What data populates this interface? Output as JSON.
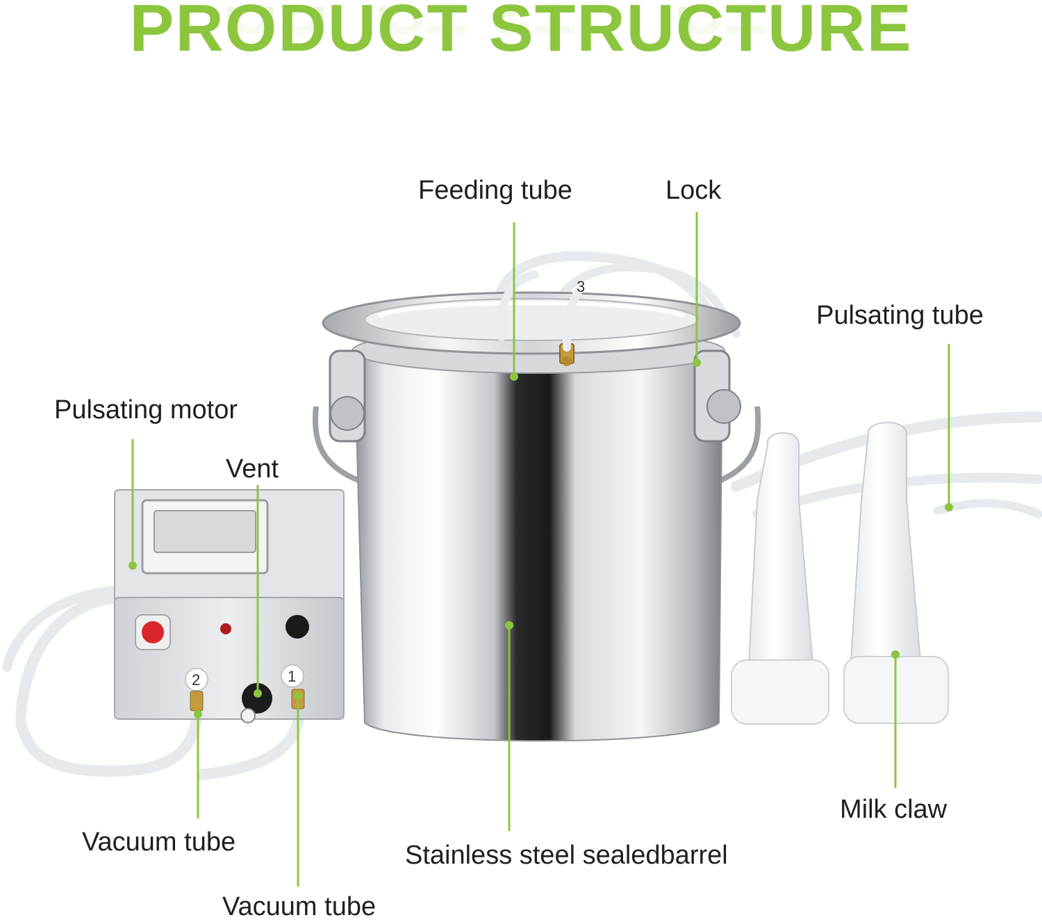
{
  "headline": "PRODUCT STRUCTURE",
  "colors": {
    "accent": "#8cc63e",
    "label_text": "#1f1f1f",
    "steel": "#c9ccd0",
    "tube": "#eef1f3"
  },
  "labels": {
    "feeding_tube": "Feeding tube",
    "lock": "Lock",
    "pulsating_tube": "Pulsating tube",
    "pulsating_motor": "Pulsating motor",
    "vent": "Vent",
    "vacuum_tube_left": "Vacuum tube",
    "vacuum_tube_right": "Vacuum tube",
    "barrel": "Stainless steel sealedbarrel",
    "milk_claw": "Milk claw"
  },
  "port_numbers": {
    "port_1": "1",
    "port_2": "2",
    "port_3": "3"
  }
}
